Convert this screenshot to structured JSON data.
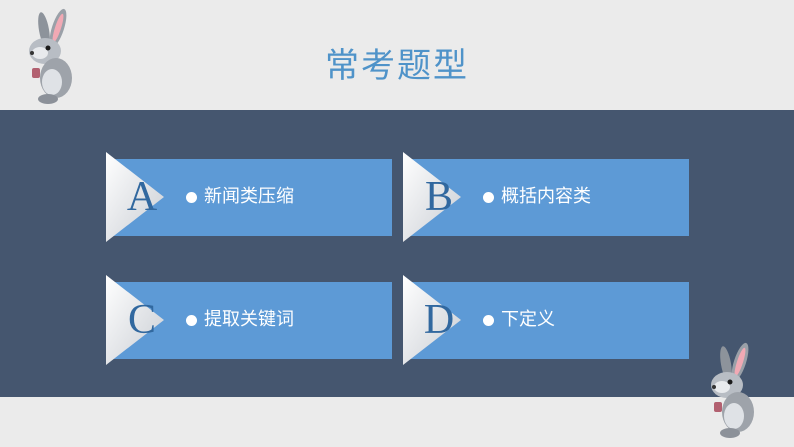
{
  "title": "常考题型",
  "cards": [
    {
      "letter": "A",
      "label": "新闻类压缩"
    },
    {
      "letter": "B",
      "label": "概括内容类"
    },
    {
      "letter": "C",
      "label": "提取关键词"
    },
    {
      "letter": "D",
      "label": "下定义"
    }
  ],
  "colors": {
    "background": "#ebebeb",
    "panel": "#45566f",
    "card": "#5d9ad6",
    "letter": "#31689f",
    "title": "#4f93c9"
  }
}
